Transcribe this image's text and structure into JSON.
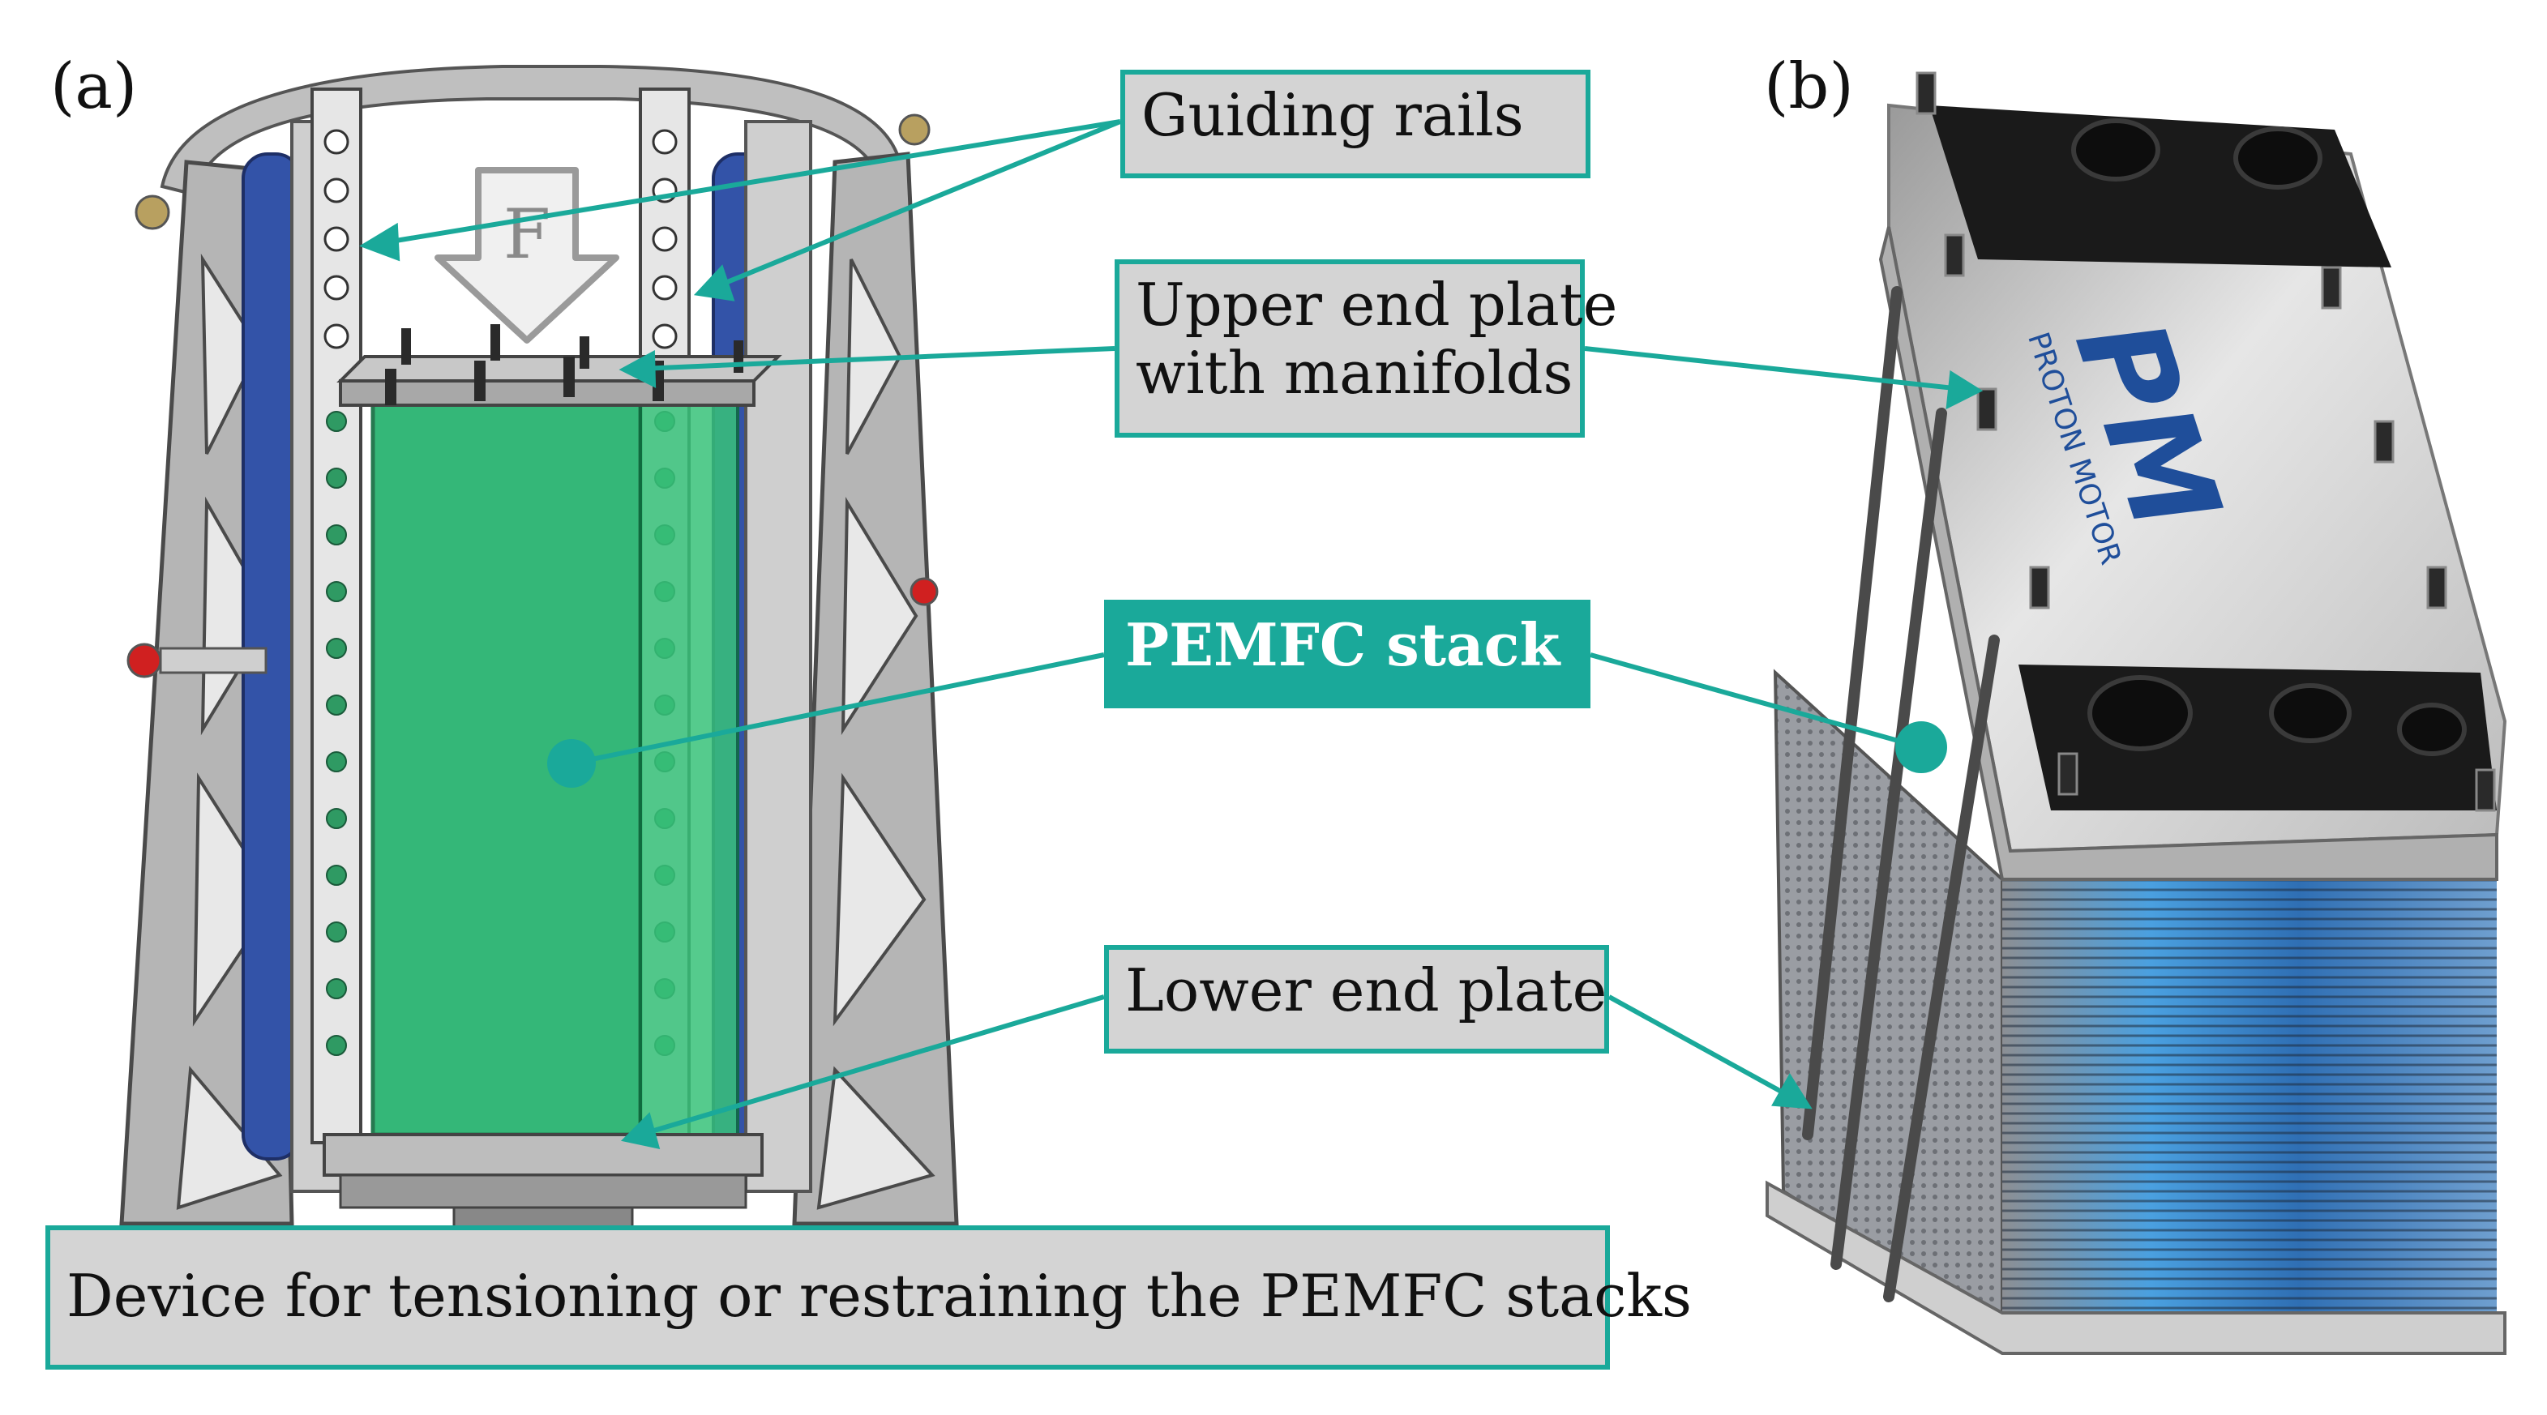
{
  "panels": {
    "a": "(a)",
    "b": "(b)"
  },
  "force_label": "F",
  "callouts": {
    "guiding_rails": "Guiding rails",
    "upper_end_plate_line1": "Upper end plate",
    "upper_end_plate_line2": "with manifolds",
    "pemfc_stack": "PEMFC stack",
    "lower_end_plate": "Lower end plate",
    "device": "Device for tensioning or restraining the PEMFC stacks"
  },
  "logo": {
    "initials": "PM",
    "brand": "PROTON MOTOR"
  },
  "colors": {
    "accent": "#1aa99a",
    "box_fill": "#d4d4d4",
    "stack_green": "#1fb06a",
    "frame_blue": "#3353a8"
  }
}
